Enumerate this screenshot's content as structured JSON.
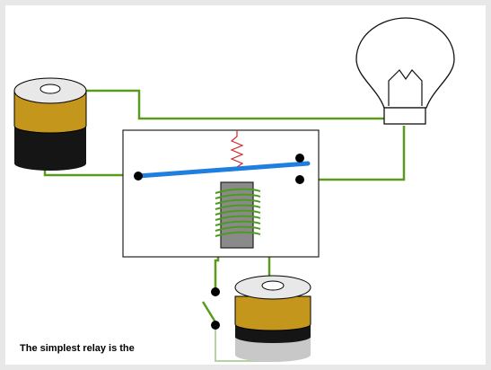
{
  "caption": "The simplest relay is the",
  "colors": {
    "wire": "#5a9a1e",
    "wire_light": "#b5d3a1",
    "armature": "#1e7fe0",
    "spring": "#d22a2a",
    "coil": "#4c9a1e",
    "core": "#8a8a8a",
    "battery_gold": "#c5961c",
    "battery_black": "#151515",
    "battery_gray": "#c8c8c8"
  },
  "components": [
    {
      "name": "battery-top-left",
      "icon": "battery-icon"
    },
    {
      "name": "light-bulb",
      "icon": "light-bulb-icon"
    },
    {
      "name": "relay-box",
      "icon": "relay-icon"
    },
    {
      "name": "electromagnet-coil",
      "icon": "coil-icon"
    },
    {
      "name": "switch",
      "icon": "switch-icon"
    },
    {
      "name": "battery-bottom",
      "icon": "battery-icon"
    }
  ]
}
